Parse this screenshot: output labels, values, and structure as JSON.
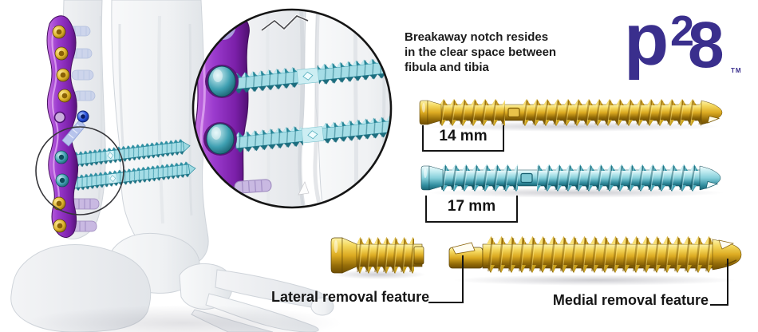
{
  "annotation": {
    "line1": "Breakaway notch resides",
    "line2": "in the clear space between",
    "line3": "fibula and tibia"
  },
  "measurements": {
    "gold_screw_notch_distance": "14 mm",
    "teal_screw_notch_distance": "17 mm"
  },
  "callouts": {
    "lateral": "Lateral removal feature",
    "medial": "Medial removal feature"
  },
  "logo": {
    "p": "p",
    "two": "2",
    "eight": "8",
    "trademark": "TM"
  },
  "colors": {
    "logo_indigo": "#3a2f8d",
    "screw_gold": "#d9a91f",
    "screw_teal": "#45b0c2",
    "plate_purple": "#8b2fc0",
    "lavender_screw": "#c9b9e2",
    "blue_screw": "#2b4fd8",
    "bone": "#eceff1",
    "text": "#1b1b1b"
  }
}
